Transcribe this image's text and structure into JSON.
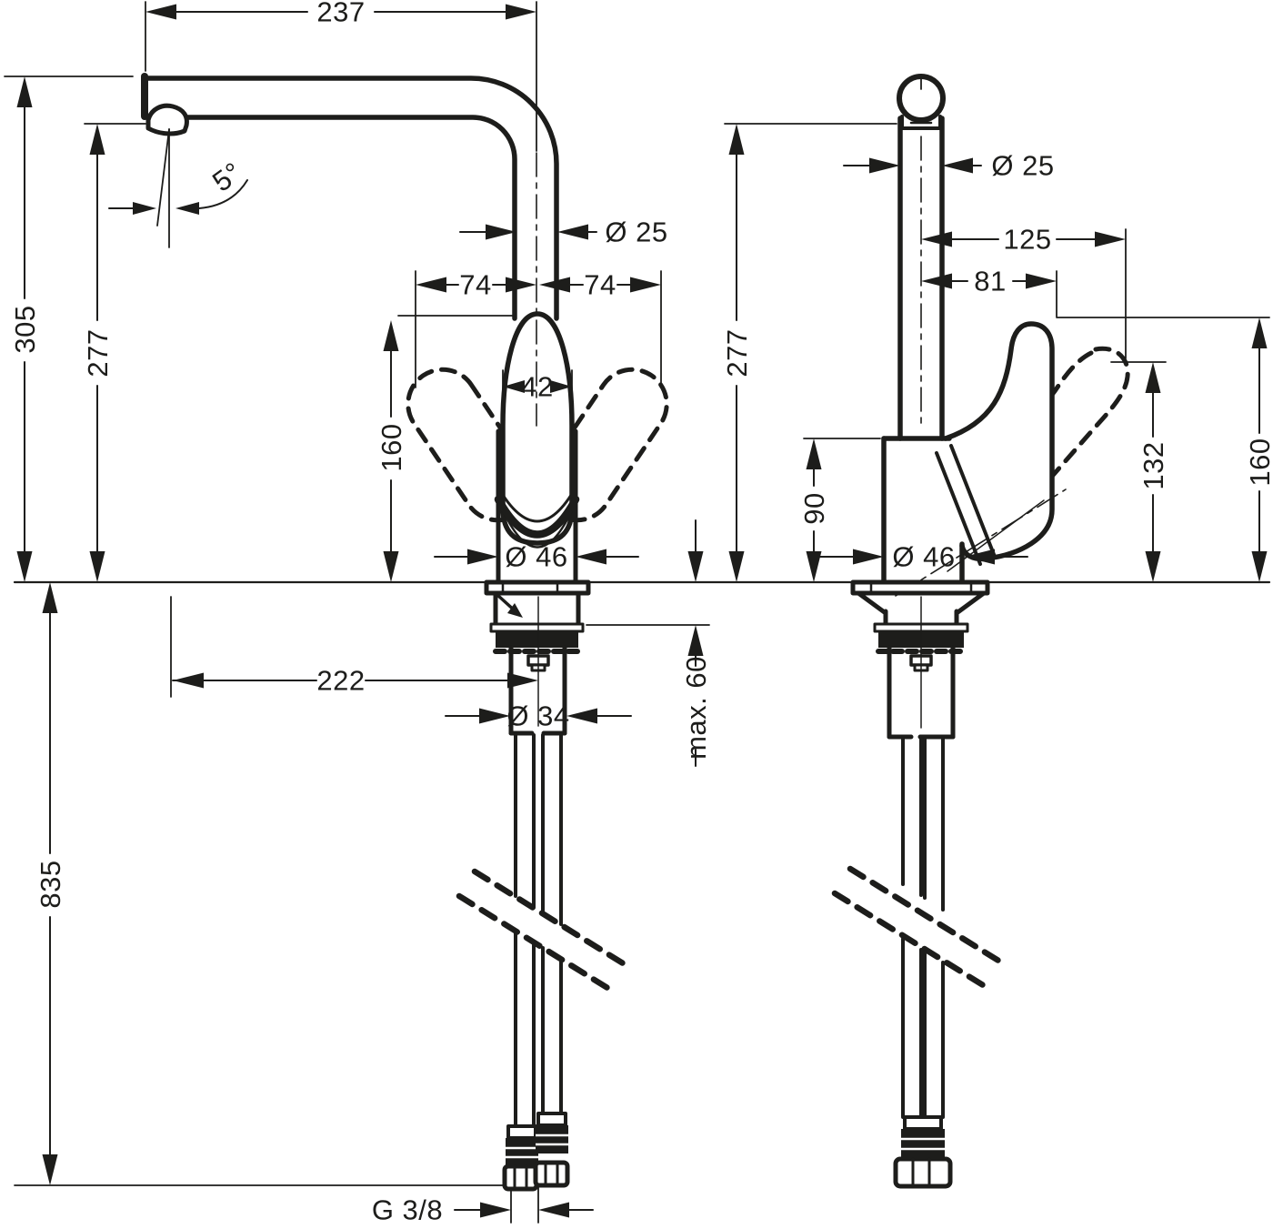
{
  "drawing": {
    "background": "#ffffff",
    "ink": "#1d1d1b",
    "front_view": {
      "spout_reach": "237",
      "total_height": "305",
      "spout_height": "277",
      "spout_angle": "5°",
      "spout_diameter": "Ø  25",
      "swivel_left": "74",
      "swivel_right": "74",
      "handle_width": "42",
      "handle_height": "160",
      "base_diameter": "Ø 46",
      "spout_offset": "222",
      "shank_diameter": "Ø 34",
      "max_counter_thickness": "max. 60",
      "hose_length": "835",
      "connection_thread": "G 3/8"
    },
    "side_view": {
      "spout_height": "277",
      "spout_diameter": "Ø  25",
      "handle_reach": "125",
      "handle_hinge_offset": "81",
      "body_height": "90",
      "handle_tip_height": "132",
      "handle_top_height": "160",
      "base_diameter": "Ø  46"
    }
  }
}
